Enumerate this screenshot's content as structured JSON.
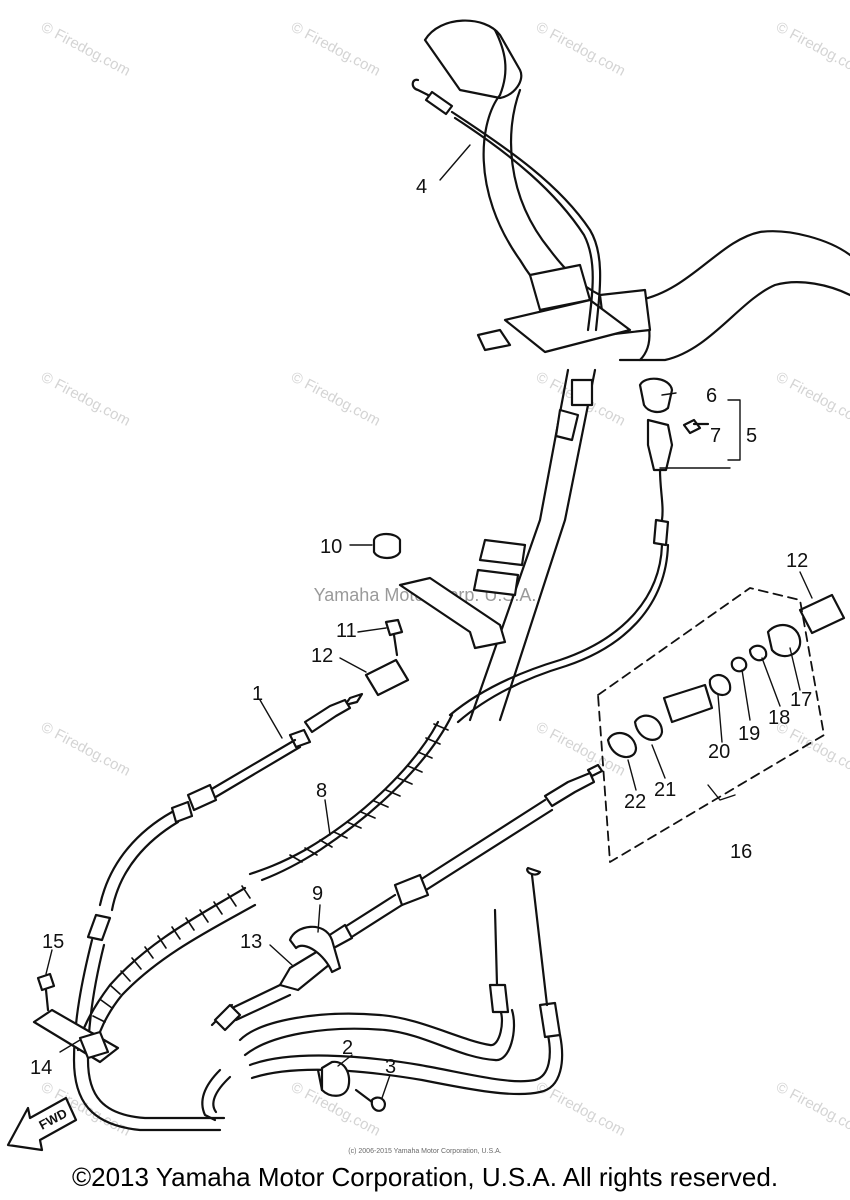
{
  "watermark_text": "© Firedog.com",
  "center_watermark": "Yamaha Motor Corp. U.S.A.",
  "fwd_label": "FWD",
  "labels": {
    "p1": "1",
    "p2": "2",
    "p3": "3",
    "p4": "4",
    "p5": "5",
    "p6": "6",
    "p7": "7",
    "p8": "8",
    "p9": "9",
    "p10": "10",
    "p11": "11",
    "p12a": "12",
    "p12b": "12",
    "p13": "13",
    "p14": "14",
    "p15": "15",
    "p16": "16",
    "p17": "17",
    "p18": "18",
    "p19": "19",
    "p20": "20",
    "p21": "21",
    "p22": "22"
  },
  "tiny_notice": "(c) 2006-2015 Yamaha Motor Corporation, U.S.A.",
  "copyright": "©2013 Yamaha Motor Corporation, U.S.A. All rights reserved."
}
